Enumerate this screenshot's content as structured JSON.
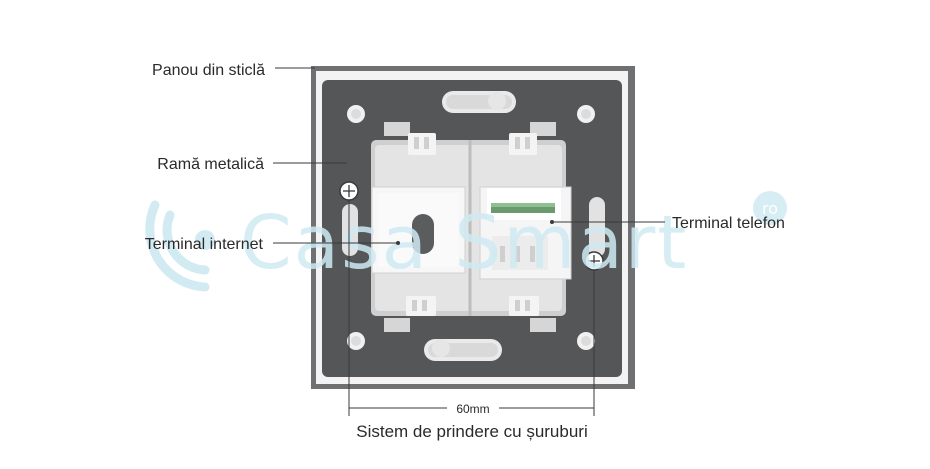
{
  "labels": {
    "glass_panel": "Panou din sticlă",
    "metal_frame": "Ramă metalică",
    "internet_terminal": "Terminal internet",
    "phone_terminal": "Terminal telefon",
    "dimension": "60mm",
    "mounting_system": "Sistem de prindere cu șuruburi"
  },
  "watermark": {
    "text": "Casa Smart",
    "badge": "ro"
  },
  "colors": {
    "glass_border": "#6e7072",
    "frame_white": "#f2f2f2",
    "plate_dark": "#535557",
    "module_white": "#f6f6f6",
    "terminal_green": "#6a9a6e",
    "leader_line": "#3a3a3a",
    "watermark": "#bfe2ef"
  }
}
